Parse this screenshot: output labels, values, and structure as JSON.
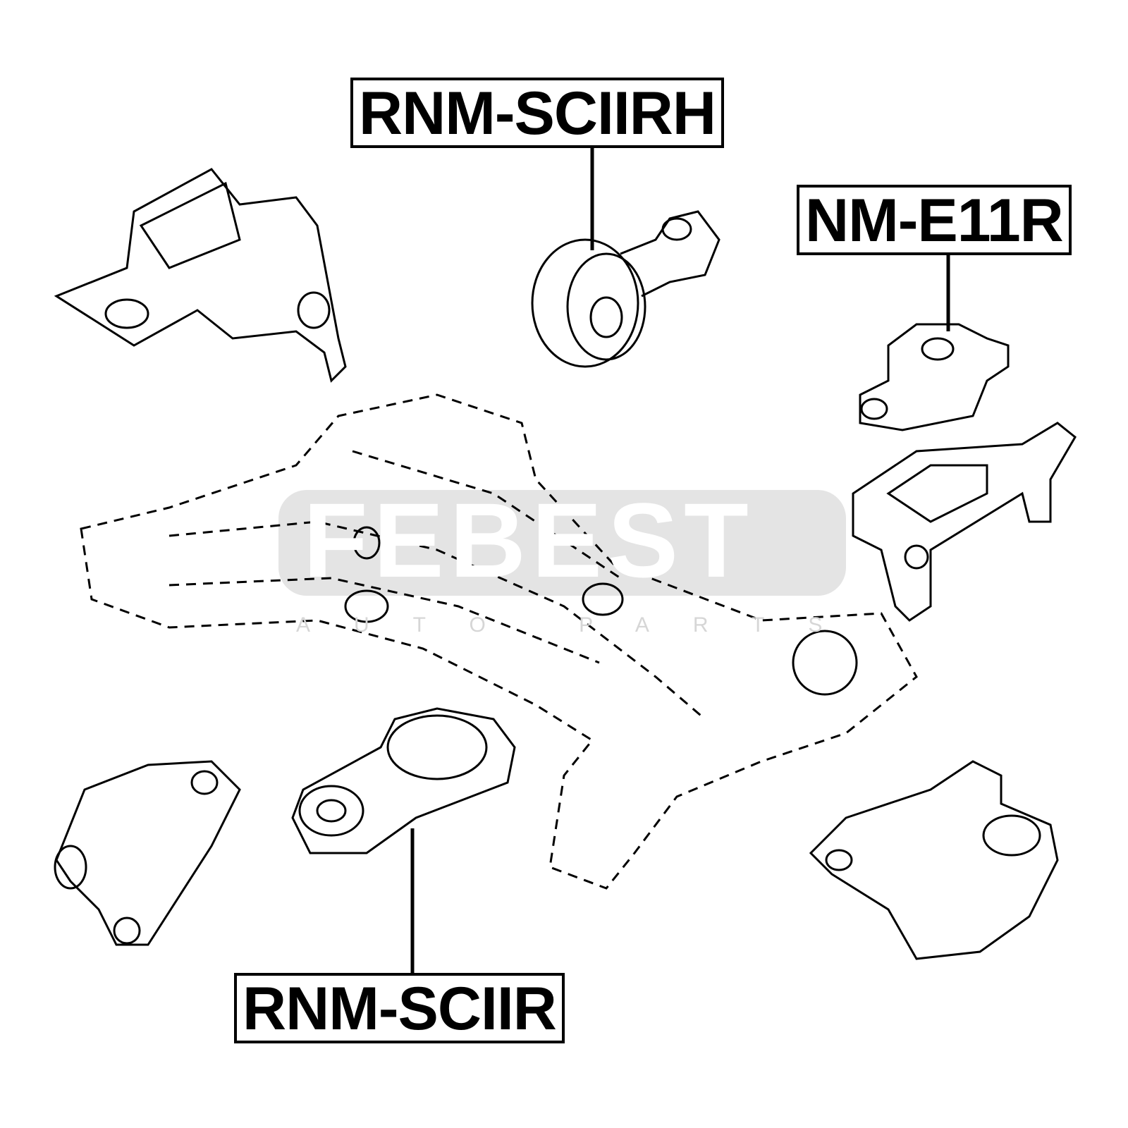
{
  "labels": {
    "top_center": "RNM-SCIIRH",
    "top_right": "NM-E11R",
    "bottom_center": "RNM-SCIIR"
  },
  "watermark": {
    "brand": "FEBEST",
    "tagline": "AUTO PARTS"
  },
  "colors": {
    "line": "#000000",
    "watermark_bg": "#e4e4e4"
  }
}
